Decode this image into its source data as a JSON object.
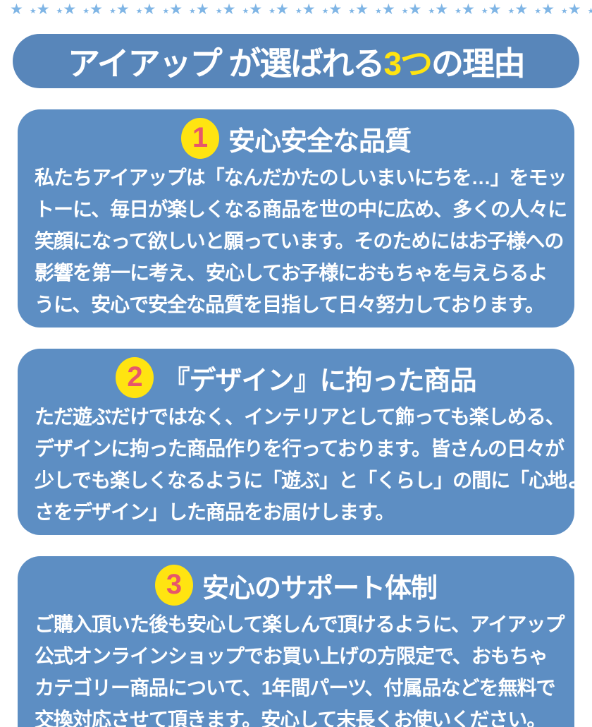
{
  "theme": {
    "header_bg": "#5886ba",
    "card_bg": "#5d8ec3",
    "star_color": "#7fb5e5",
    "badge_bg": "#ffe411",
    "badge_number_color": "#e7566b",
    "title_highlight_color": "#ffe411",
    "text_color": "#ffffff"
  },
  "decor": {
    "star_glyph": "★",
    "star_pair_count": 22
  },
  "header": {
    "title_part1": "アイアップ が選ばれる",
    "title_highlight": "3つ",
    "title_part2": "の理由"
  },
  "reasons": [
    {
      "badge": "1",
      "title": "安心安全な品質",
      "body_lines": [
        "私たちアイアップは「なんだかたのしいまいにちを…」をモッ",
        "トーに、毎日が楽しくなる商品を世の中に広め、多くの人々に",
        "笑顔になって欲しいと願っています。そのためにはお子様への",
        "影響を第一に考え、安心してお子様におもちゃを与えらるよ",
        "うに、安心で安全な品質を目指して日々努力しております。"
      ]
    },
    {
      "badge": "2",
      "title": "『デザイン』に拘った商品",
      "body_lines": [
        "ただ遊ぶだけではなく、インテリアとして飾っても楽しめる、",
        "デザインに拘った商品作りを行っております。皆さんの日々が",
        "少しでも楽しくなるように「遊ぶ」と「くらし」の間に「心地よ",
        "さをデザイン」した商品をお届けします。"
      ]
    },
    {
      "badge": "3",
      "title": "安心のサポート体制",
      "body_lines": [
        "ご購入頂いた後も安心して楽しんで頂けるように、アイアップ",
        "公式オンラインショップでお買い上げの方限定で、おもちゃ",
        "カテゴリー商品について、1年間パーツ、付属品などを無料で",
        "交換対応させて頂きます。安心して末長くお使いください。"
      ]
    }
  ]
}
